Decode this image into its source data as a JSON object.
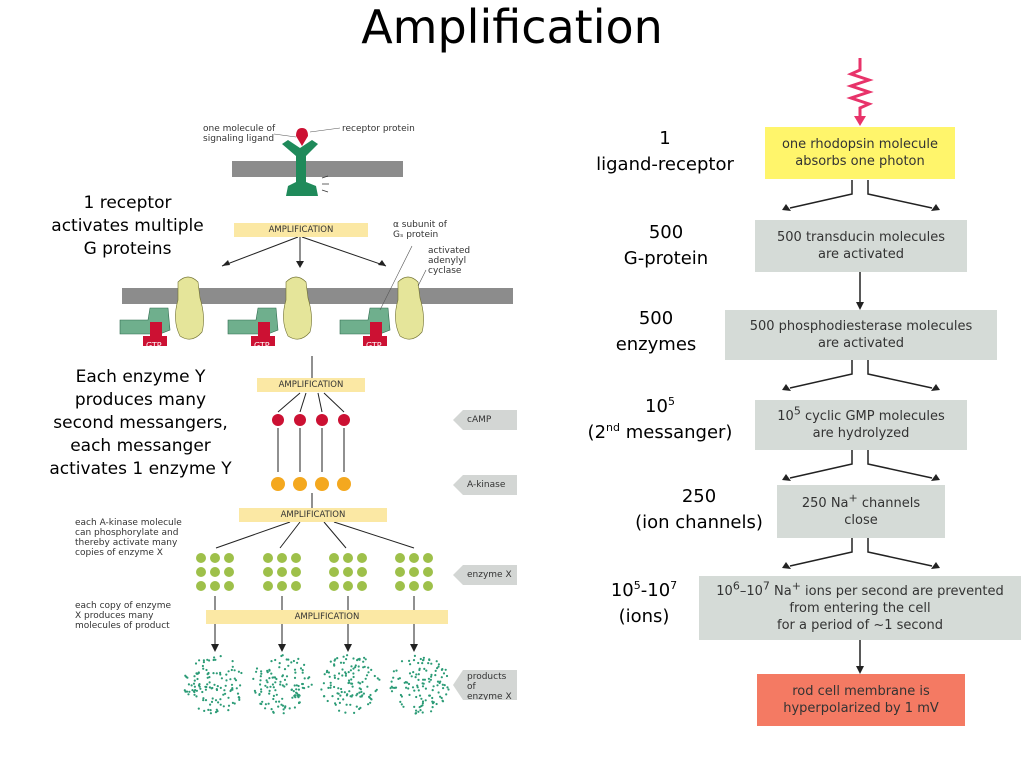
{
  "title": "Amplification",
  "left_notes": {
    "receptor_note": "1 receptor\nactivates multiple\nG proteins",
    "enzyme_note": "Each enzyme Y\nproduces many\nsecond messangers,\neach messanger\nactivates 1 enzyme Y"
  },
  "left_diagram": {
    "ligand_label": "one molecule of\nsignaling ligand",
    "receptor_label": "receptor protein",
    "alpha_label": "α subunit of\nGₛ protein",
    "cyclase_label": "activated\nadenylyl\ncyclase",
    "amplification": "AMPLIFICATION",
    "gtp": "GTP",
    "camp": "cAMP",
    "a_kinase": "A-kinase",
    "enzyme_x": "enzyme X",
    "products": "products of\nenzyme X",
    "kinase_note": "each A-kinase molecule\ncan phosphorylate and\nthereby activate many\ncopies of enzyme X",
    "enzyme_note": "each copy of enzyme\nX produces many\nmolecules of product"
  },
  "right_counts": {
    "c1_line1": "1",
    "c1_line2": "ligand-receptor",
    "c2_line1": "500",
    "c2_line2": "G-protein",
    "c3_line1": "500",
    "c3_line2": "enzymes",
    "c4_base": "10",
    "c4_exp": "5",
    "c4_pre": "(2",
    "c4_sup": "nd",
    "c4_post": " messanger)",
    "c5_line1": "250",
    "c5_line2": "(ion channels)",
    "c6_a": "10",
    "c6_a_exp": "5",
    "c6_b": "-10",
    "c6_b_exp": "7",
    "c6_line2": "(ions)"
  },
  "flow": {
    "box1": "one rhodopsin molecule\nabsorbs one photon",
    "box2": "500 transducin molecules\nare activated",
    "box3": "500 phosphodiesterase molecules\nare activated",
    "box4_pre": "10",
    "box4_exp": "5",
    "box4_post": " cyclic GMP molecules\nare hydrolyzed",
    "box5_pre": "250 Na",
    "box5_exp": "+",
    "box5_post": " channels\nclose",
    "box6_a": "10",
    "box6_a_exp": "6",
    "box6_b": "–10",
    "box6_b_exp": "7",
    "box6_c": " Na",
    "box6_c_exp": "+",
    "box6_d": " ions per second are prevented\nfrom entering the cell\nfor a period of ~1 second",
    "box7": "rod cell membrane is\nhyperpolarized by 1 mV"
  },
  "colors": {
    "photon": "#e8336a",
    "box1": "#fff56b",
    "box_grey": "#d5dbd7",
    "box_final": "#f47a63",
    "amplification_bar": "#fbe8a4",
    "membrane": "#8c8c8c",
    "receptor": "#1f8a5a",
    "ligand": "#cc1133",
    "cyclase": "#e5e59a",
    "gtp": "#cc1133",
    "camp": "#cc1133",
    "a_kinase": "#f4a81f",
    "enzyme_x": "#9ec04a",
    "products": "#2b9b76"
  }
}
